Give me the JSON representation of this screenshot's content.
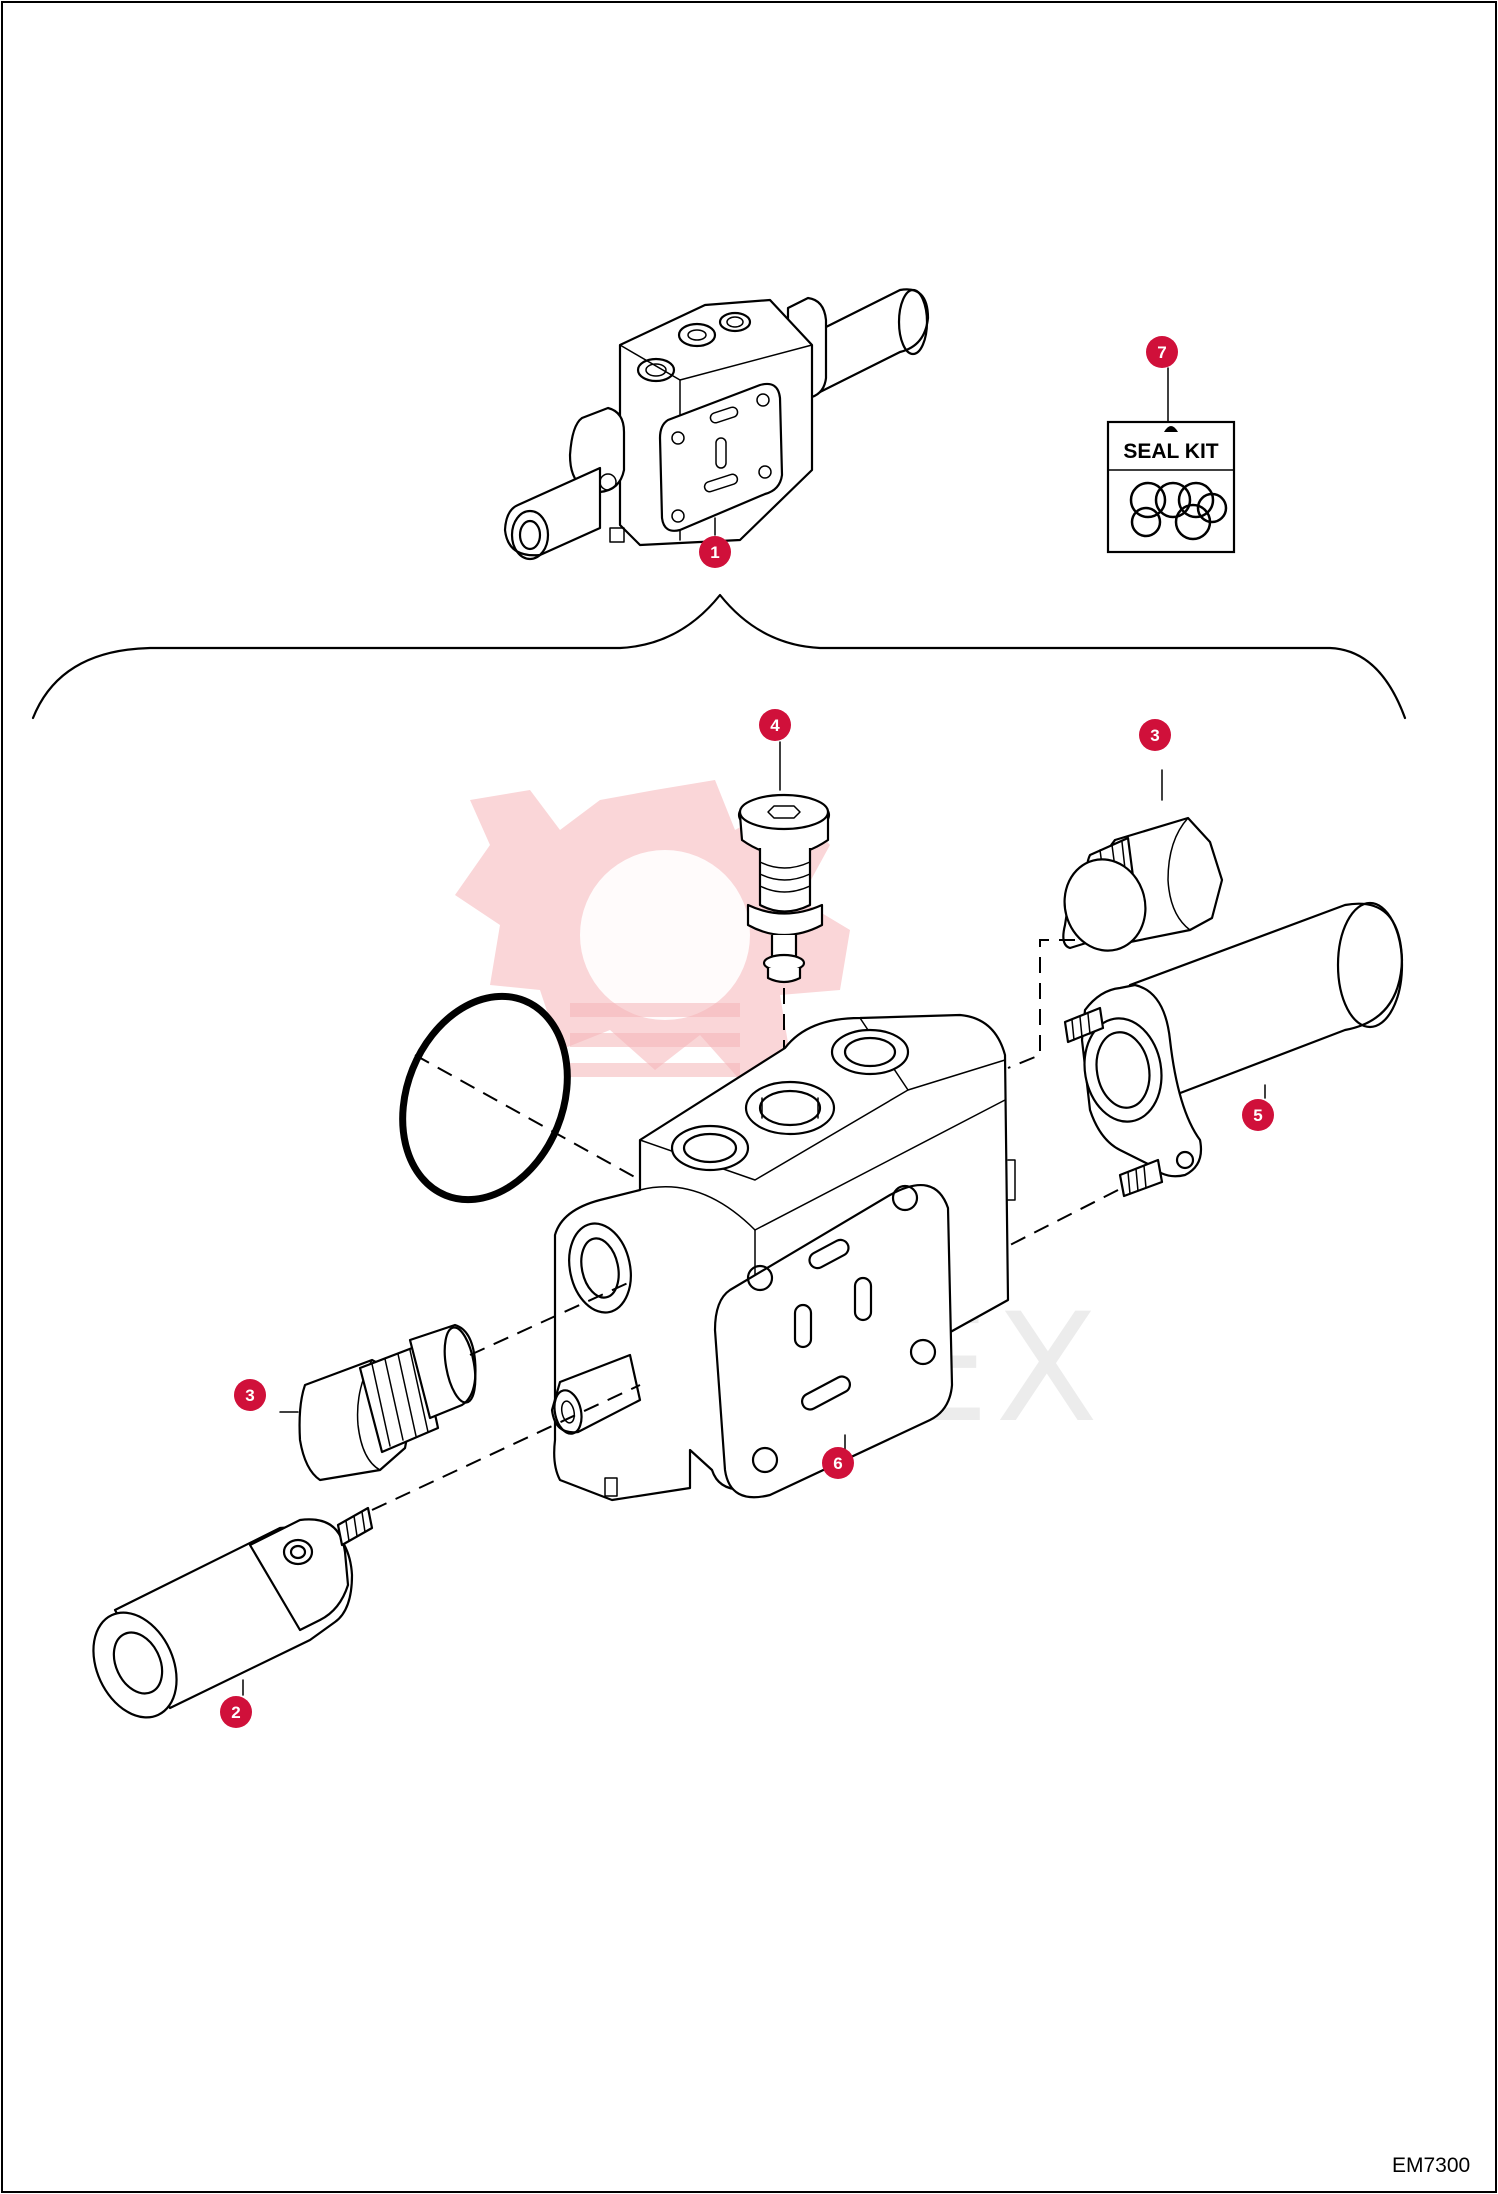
{
  "drawing": {
    "reference_code": "EM7300",
    "watermark_text": "ИНТЕХ"
  },
  "seal_kit": {
    "label": "SEAL KIT"
  },
  "callouts": [
    {
      "id": "c1",
      "number": "1"
    },
    {
      "id": "c2",
      "number": "2"
    },
    {
      "id": "c3a",
      "number": "3"
    },
    {
      "id": "c3b",
      "number": "3"
    },
    {
      "id": "c4",
      "number": "4"
    },
    {
      "id": "c5",
      "number": "5"
    },
    {
      "id": "c6",
      "number": "6"
    },
    {
      "id": "c7",
      "number": "7"
    }
  ],
  "colors": {
    "callout_fill": "#d0103a",
    "watermark_red": "#f5b5b8"
  }
}
